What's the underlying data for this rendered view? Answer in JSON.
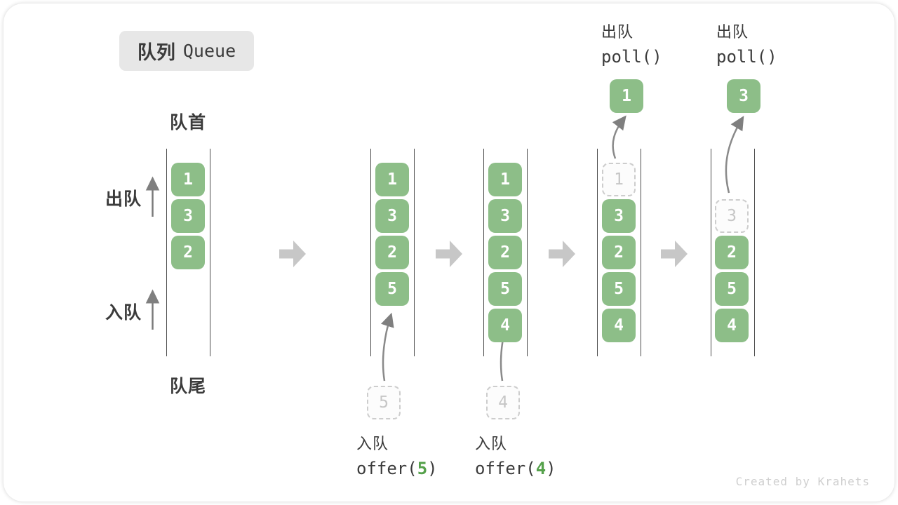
{
  "title": {
    "zh": "队列",
    "en": "Queue"
  },
  "labels": {
    "front": "队首",
    "rear": "队尾",
    "dequeue_side": "出队",
    "enqueue_side": "入队"
  },
  "watermark": "Created by Krahets",
  "colors": {
    "cell_green": "#8dbe88",
    "code_arg_green": "#55a14b",
    "dashed_border": "#cdcdcd",
    "block_arrow_gray": "#c7c7c7",
    "thin_arrow_gray": "#838383",
    "rail_line": "#4d4d4d",
    "text_dark": "#3b3b3b",
    "title_bg": "#e7e7e7",
    "watermark_gray": "#cfcfcf"
  },
  "columns": [
    {
      "cells": [
        {
          "value": "1"
        },
        {
          "value": "3"
        },
        {
          "value": "2"
        }
      ]
    },
    {
      "cells": [
        {
          "value": "1"
        },
        {
          "value": "3"
        },
        {
          "value": "2"
        },
        {
          "value": "5"
        }
      ],
      "pending": {
        "value": "5"
      },
      "op": {
        "label": "入队",
        "code_pre": "offer(",
        "code_arg": "5",
        "code_post": ")"
      }
    },
    {
      "cells": [
        {
          "value": "1"
        },
        {
          "value": "3"
        },
        {
          "value": "2"
        },
        {
          "value": "5"
        },
        {
          "value": "4"
        }
      ],
      "pending": {
        "value": "4"
      },
      "op": {
        "label": "入队",
        "code_pre": "offer(",
        "code_arg": "4",
        "code_post": ")"
      }
    },
    {
      "cells": [
        {
          "value": "1",
          "removed": true
        },
        {
          "value": "3"
        },
        {
          "value": "2"
        },
        {
          "value": "5"
        },
        {
          "value": "4"
        }
      ],
      "removed_out": {
        "value": "1"
      },
      "op": {
        "label": "出队",
        "code": "poll()"
      }
    },
    {
      "cells": [
        {
          "value": "3",
          "removed": true
        },
        {
          "value": "2"
        },
        {
          "value": "5"
        },
        {
          "value": "4"
        }
      ],
      "removed_out": {
        "value": "3"
      },
      "op": {
        "label": "出队",
        "code": "poll()"
      }
    }
  ]
}
